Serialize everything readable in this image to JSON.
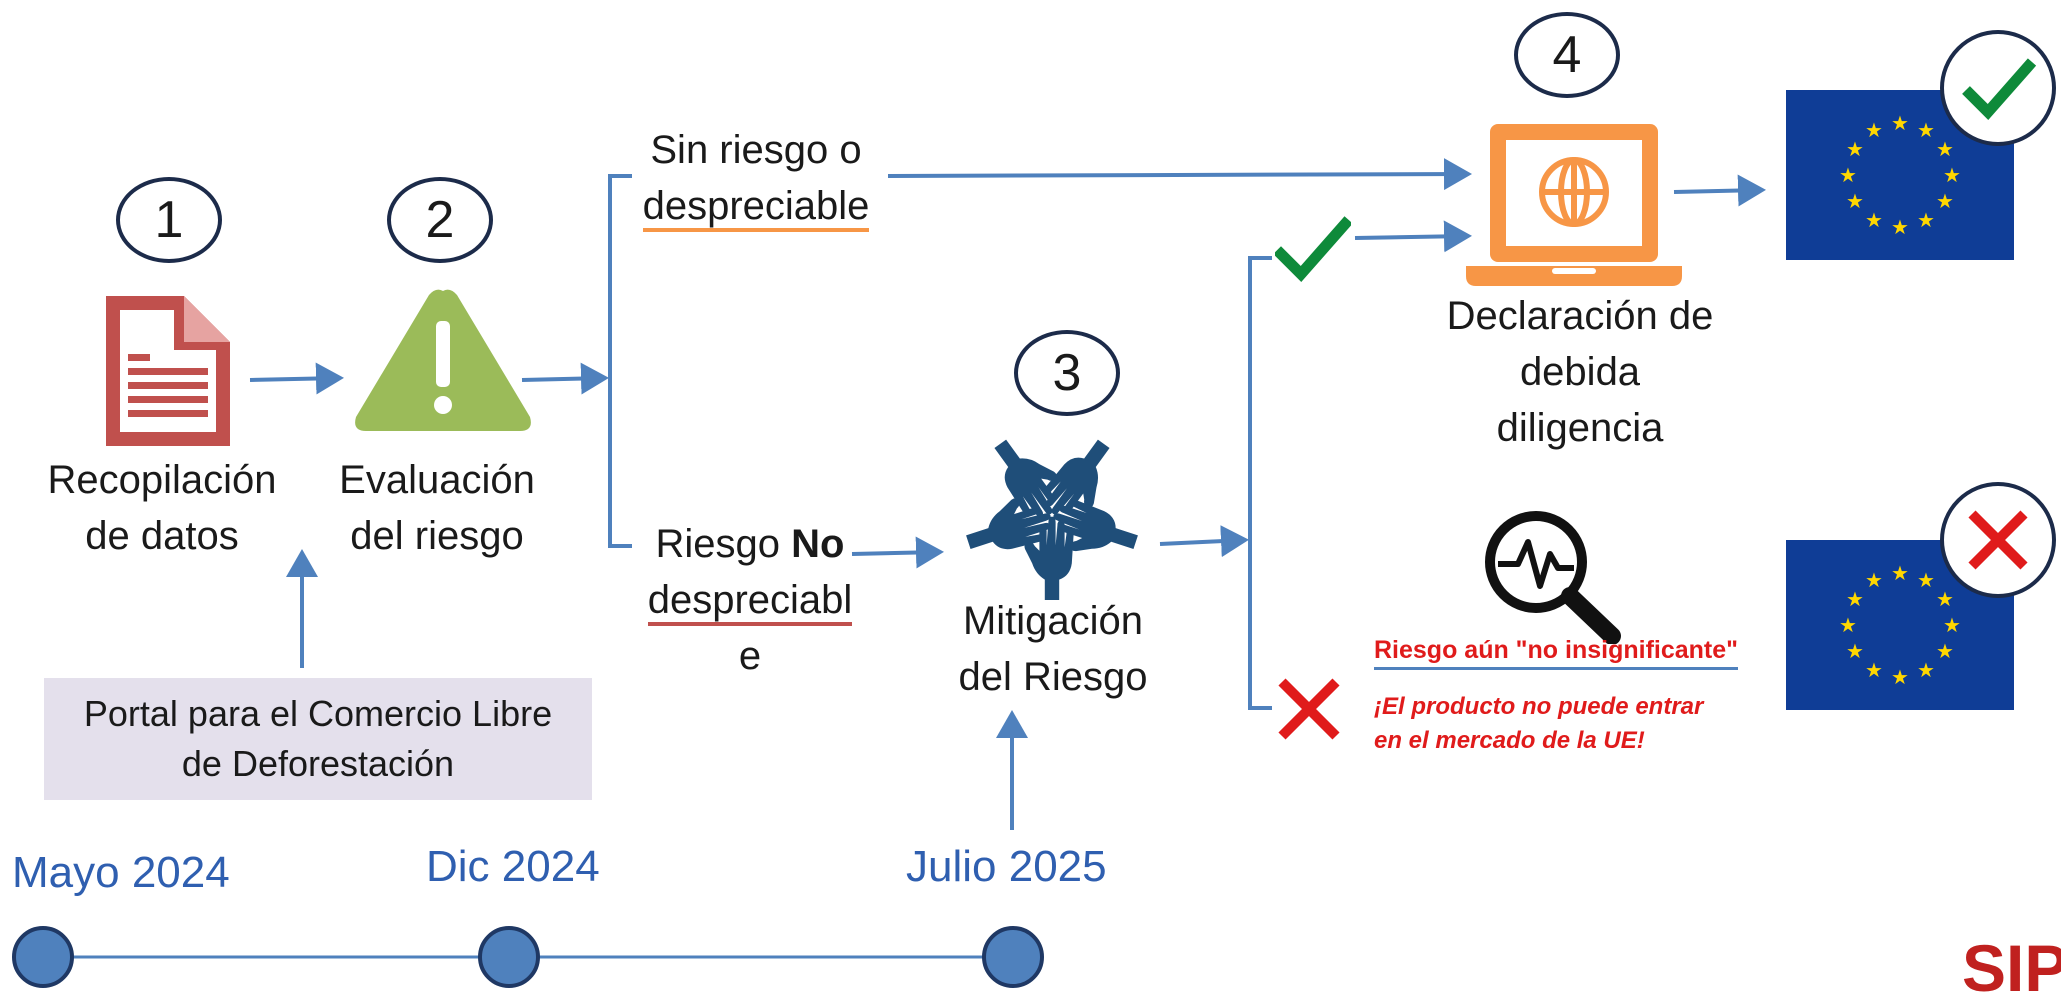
{
  "steps": {
    "s1": "1",
    "s2": "2",
    "s3": "3",
    "s4": "4"
  },
  "labels": {
    "recopilacion_line1": "Recopilación",
    "recopilacion_line2": "de datos",
    "evaluacion_line1": "Evaluación",
    "evaluacion_line2": "del riesgo",
    "sin_riesgo_line1": "Sin riesgo o",
    "sin_riesgo_line2": "despreciable",
    "riesgo_no_prefix": "Riesgo ",
    "riesgo_no_bold": "No",
    "riesgo_no_line2": "despreciabl",
    "riesgo_no_line3": "e",
    "mitigacion_line1": "Mitigación",
    "mitigacion_line2": "del Riesgo",
    "declaracion_line1": "Declaración de",
    "declaracion_line2": "debida",
    "declaracion_line3": "diligencia",
    "riesgo_aun": "Riesgo aún \"no insignificante\"",
    "producto_line1": "¡El producto no puede entrar",
    "producto_line2": "en el mercado de la UE!",
    "portal_line1": "Portal para el Comercio Libre",
    "portal_line2": "de Deforestación"
  },
  "timeline": {
    "d1": "Mayo 2024",
    "d2": "Dic 2024",
    "d3": "Julio 2025"
  },
  "logo": "SIP",
  "icons": {
    "document": "document-icon",
    "warning": "warning-triangle-icon",
    "hands": "hands-circle-icon",
    "laptop": "laptop-globe-icon",
    "magnifier": "magnifier-pulse-icon",
    "check": "check-icon",
    "cross": "cross-icon",
    "flag": "eu-flag-icon"
  },
  "colors": {
    "arrow": "#4f81bd",
    "document": "#c0504d",
    "warning": "#9bbb59",
    "hands": "#1f4e79",
    "laptop": "#f79646",
    "check": "#0e8a3a",
    "cross": "#e01b1b",
    "eu_blue": "#0f3d96",
    "eu_star": "#ffd700",
    "date": "#2f5fb0"
  }
}
